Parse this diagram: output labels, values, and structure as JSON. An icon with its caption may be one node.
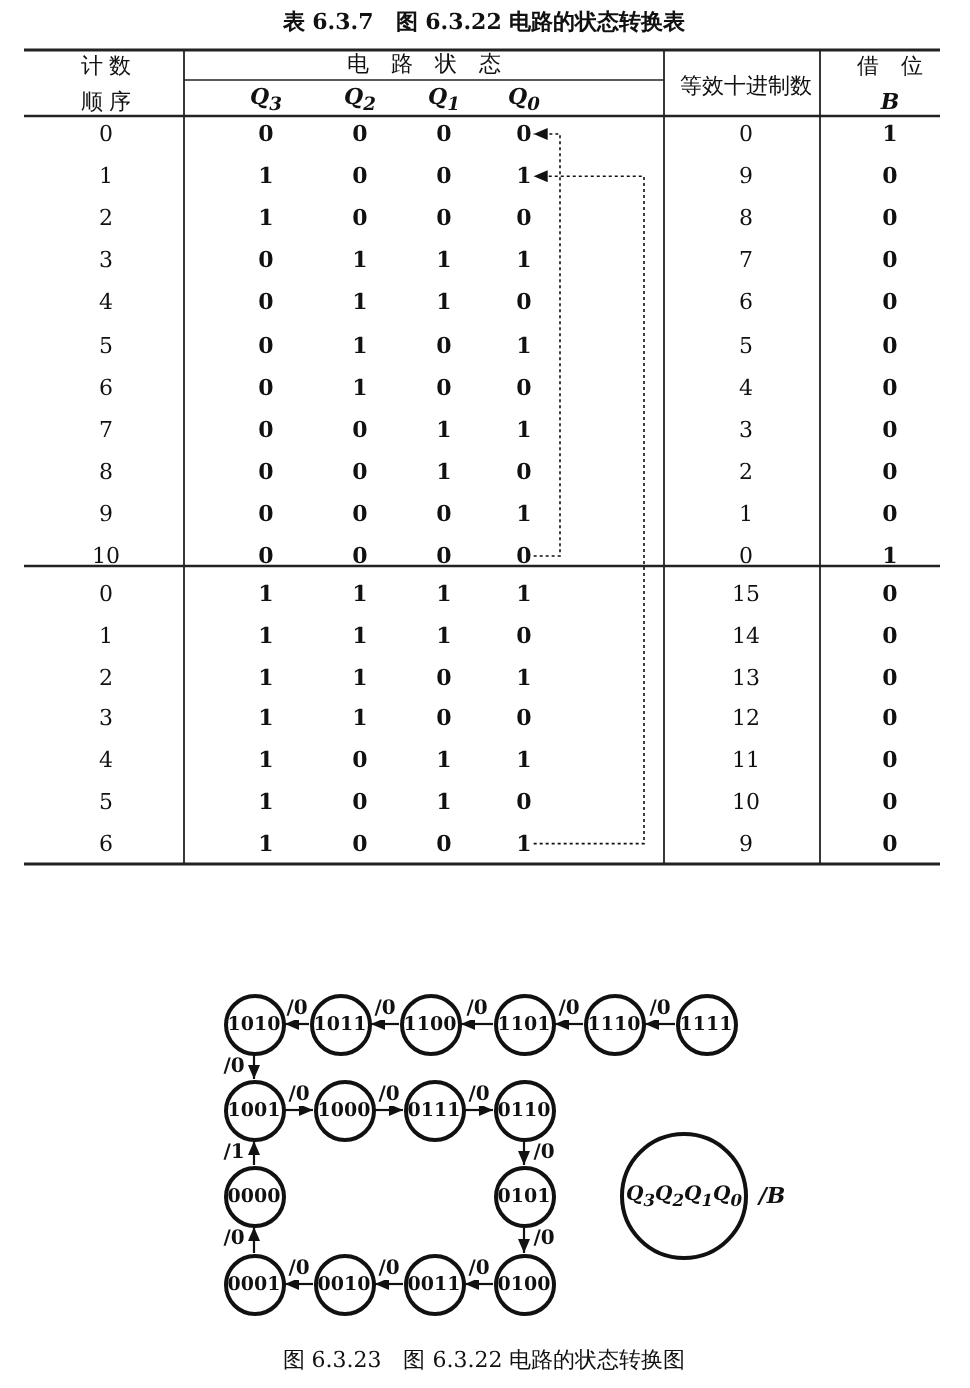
{
  "diagram": {
    "title": "表 6.3.7　图 6.3.22 电路的状态转换表",
    "caption": "图 6.3.23　图 6.3.22 电路的状态转换图",
    "nodes": [
      {
        "text": [
          "0"
        ]
      },
      {
        "text": [
          "1"
        ]
      },
      {
        "text": [
          "0"
        ]
      },
      {
        "text": [
          "1"
        ]
      },
      {
        "text": [
          "1010"
        ]
      },
      {
        "text": [
          "1011"
        ]
      },
      {
        "text": [
          "1100"
        ]
      },
      {
        "text": [
          "1101"
        ]
      },
      {
        "text": [
          "1110"
        ]
      },
      {
        "text": [
          "1111"
        ]
      },
      {
        "text": [
          "1001"
        ]
      },
      {
        "text": [
          "1000"
        ]
      },
      {
        "text": [
          "0111"
        ]
      },
      {
        "text": [
          "0110"
        ]
      },
      {
        "text": [
          "0000"
        ]
      },
      {
        "text": [
          "0101"
        ]
      },
      {
        "text": [
          "0001"
        ]
      },
      {
        "text": [
          "0010"
        ]
      },
      {
        "text": [
          "0011"
        ]
      },
      {
        "text": [
          "0100"
        ]
      },
      {
        "text": [
          "Q$_{3}$Q$_{2}$Q$_{1}$Q$_{0}$"
        ],
        "beside": [
          "/B"
        ]
      }
    ],
    "edges": [
      {
        "from": 2,
        "to": 0,
        "arrow": "to",
        "style": "dashed"
      },
      {
        "from": 3,
        "to": 1,
        "arrow": "to",
        "style": "dashed"
      },
      {
        "from": 9,
        "to": 8,
        "arrow": "to",
        "label": "/0"
      },
      {
        "from": 8,
        "to": 7,
        "arrow": "to",
        "label": "/0"
      },
      {
        "from": 7,
        "to": 6,
        "arrow": "to",
        "label": "/0"
      },
      {
        "from": 6,
        "to": 5,
        "arrow": "to",
        "label": "/0"
      },
      {
        "from": 5,
        "to": 4,
        "arrow": "to",
        "label": "/0"
      },
      {
        "from": 4,
        "to": 10,
        "arrow": "to",
        "label": "/0"
      },
      {
        "from": 10,
        "to": 11,
        "arrow": "to",
        "label": "/0"
      },
      {
        "from": 11,
        "to": 12,
        "arrow": "to",
        "label": "/0"
      },
      {
        "from": 12,
        "to": 13,
        "arrow": "to",
        "label": "/0"
      },
      {
        "from": 13,
        "to": 15,
        "arrow": "to",
        "label": "/0"
      },
      {
        "from": 15,
        "to": 19,
        "arrow": "to",
        "label": "/0"
      },
      {
        "from": 19,
        "to": 18,
        "arrow": "to",
        "label": "/0"
      },
      {
        "from": 18,
        "to": 17,
        "arrow": "to",
        "label": "/0"
      },
      {
        "from": 17,
        "to": 16,
        "arrow": "to",
        "label": "/0"
      },
      {
        "from": 16,
        "to": 14,
        "arrow": "to",
        "label": "/0"
      },
      {
        "from": 14,
        "to": 10,
        "arrow": "to",
        "label": "/1"
      }
    ],
    "labels": [
      "计 数",
      "电　路　状　态",
      "等效十进制数",
      "借　位",
      "顺 序",
      "Q$_{3}$",
      "Q$_{2}$",
      "Q$_{1}$",
      "Q$_{0}$",
      "B",
      "0",
      "0",
      "0",
      "0",
      "0",
      "1",
      "1",
      "1",
      "0",
      "0",
      "9",
      "0",
      "2",
      "1",
      "0",
      "0",
      "0",
      "8",
      "0",
      "3",
      "0",
      "1",
      "1",
      "1",
      "7",
      "0",
      "4",
      "0",
      "1",
      "1",
      "0",
      "6",
      "0",
      "5",
      "0",
      "1",
      "0",
      "1",
      "5",
      "0",
      "6",
      "0",
      "1",
      "0",
      "0",
      "4",
      "0",
      "7",
      "0",
      "0",
      "1",
      "1",
      "3",
      "0",
      "8",
      "0",
      "0",
      "1",
      "0",
      "2",
      "0",
      "9",
      "0",
      "0",
      "0",
      "1",
      "1",
      "0",
      "10",
      "0",
      "0",
      "0",
      "0",
      "1",
      "0",
      "1",
      "1",
      "1",
      "1",
      "15",
      "0",
      "1",
      "1",
      "1",
      "1",
      "0",
      "14",
      "0",
      "2",
      "1",
      "1",
      "0",
      "1",
      "13",
      "0",
      "3",
      "1",
      "1",
      "0",
      "0",
      "12",
      "0",
      "4",
      "1",
      "0",
      "1",
      "1",
      "11",
      "0",
      "5",
      "1",
      "0",
      "1",
      "0",
      "10",
      "0",
      "6",
      "1",
      "0",
      "0",
      "9",
      "0"
    ]
  }
}
